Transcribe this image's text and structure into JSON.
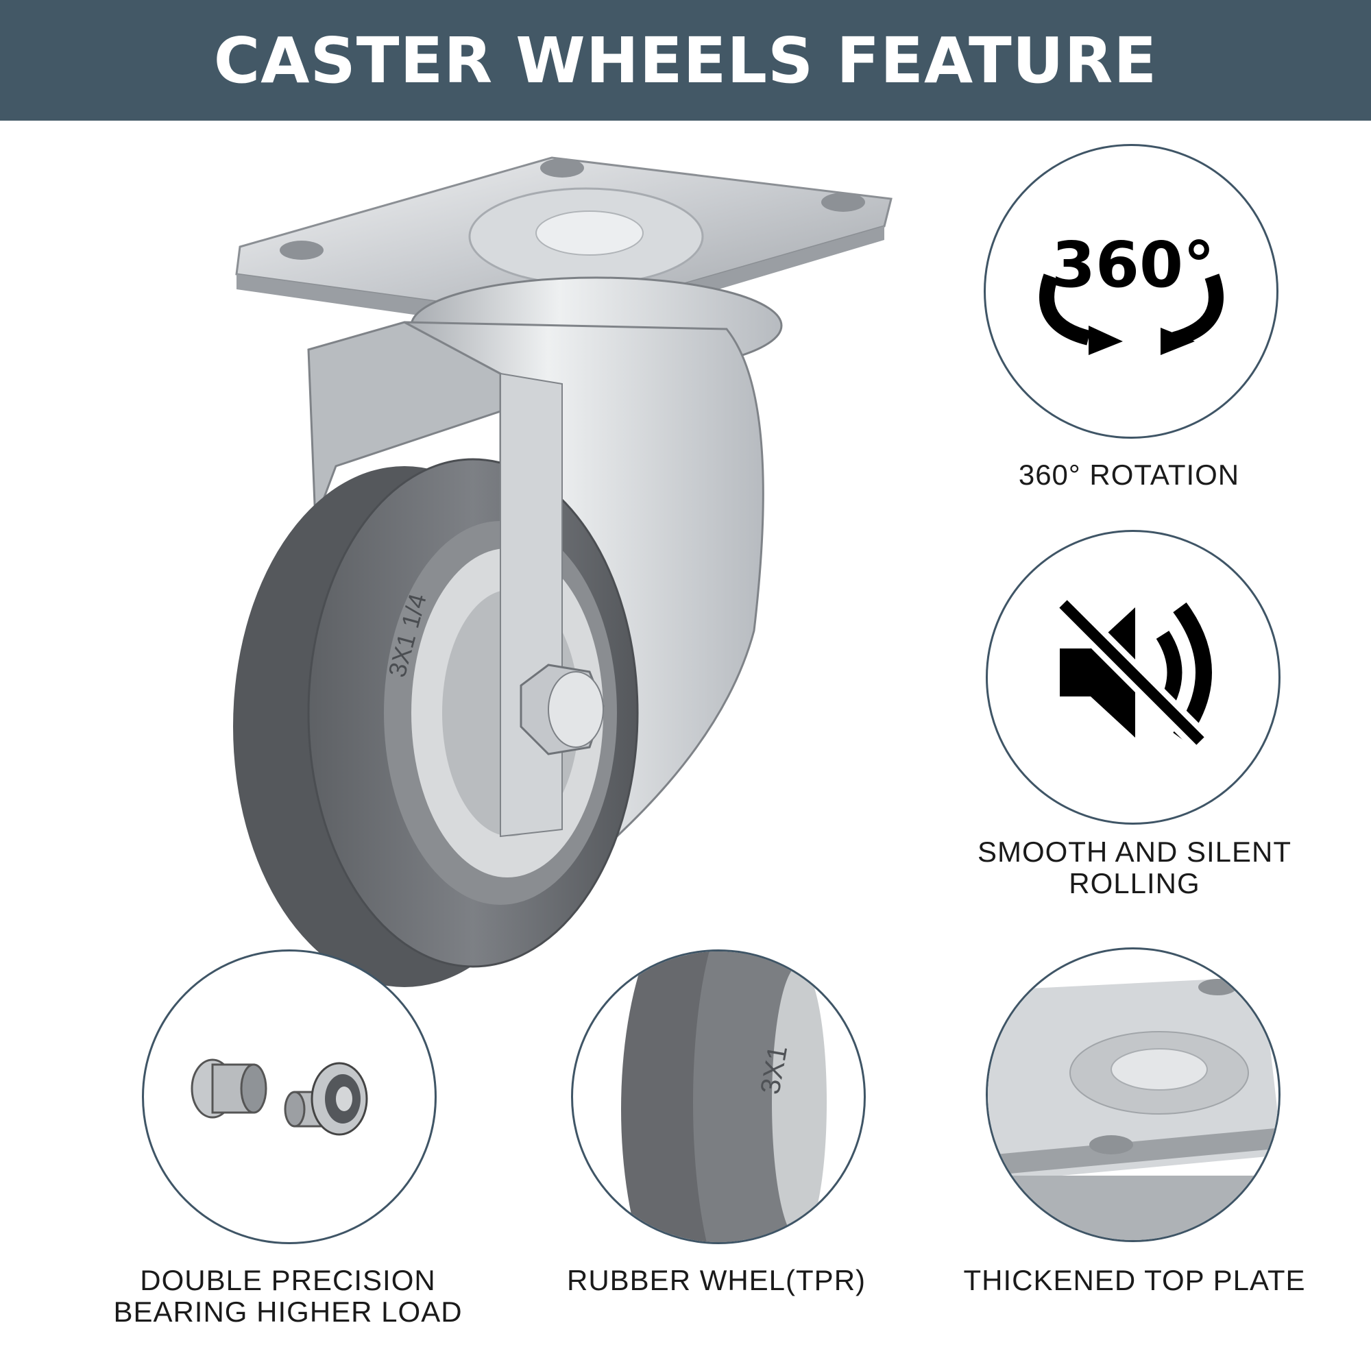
{
  "header": {
    "title": "CASTER WHEELS FEATURE"
  },
  "hero": {
    "wheel_marking": "3X1 1/4"
  },
  "features": [
    {
      "icon": "rotation-360-icon",
      "icon_text": "360°",
      "label_lines": [
        "360° ROTATION"
      ]
    },
    {
      "icon": "mute-speaker-icon",
      "label_lines": [
        "SMOOTH AND SILENT",
        "ROLLING"
      ]
    },
    {
      "icon": "bearing-image",
      "label_lines": [
        "DOUBLE PRECISION",
        "BEARING HIGHER LOAD"
      ]
    },
    {
      "icon": "rubber-wheel-image",
      "icon_text": "3X1",
      "label_lines": [
        "RUBBER WHEL(TPR)"
      ]
    },
    {
      "icon": "top-plate-image",
      "label_lines": [
        "THICKENED TOP PLATE"
      ]
    }
  ],
  "colors": {
    "banner": "#435866",
    "circle_border": "#3f5566",
    "wheel_gray": "#6f7276"
  }
}
